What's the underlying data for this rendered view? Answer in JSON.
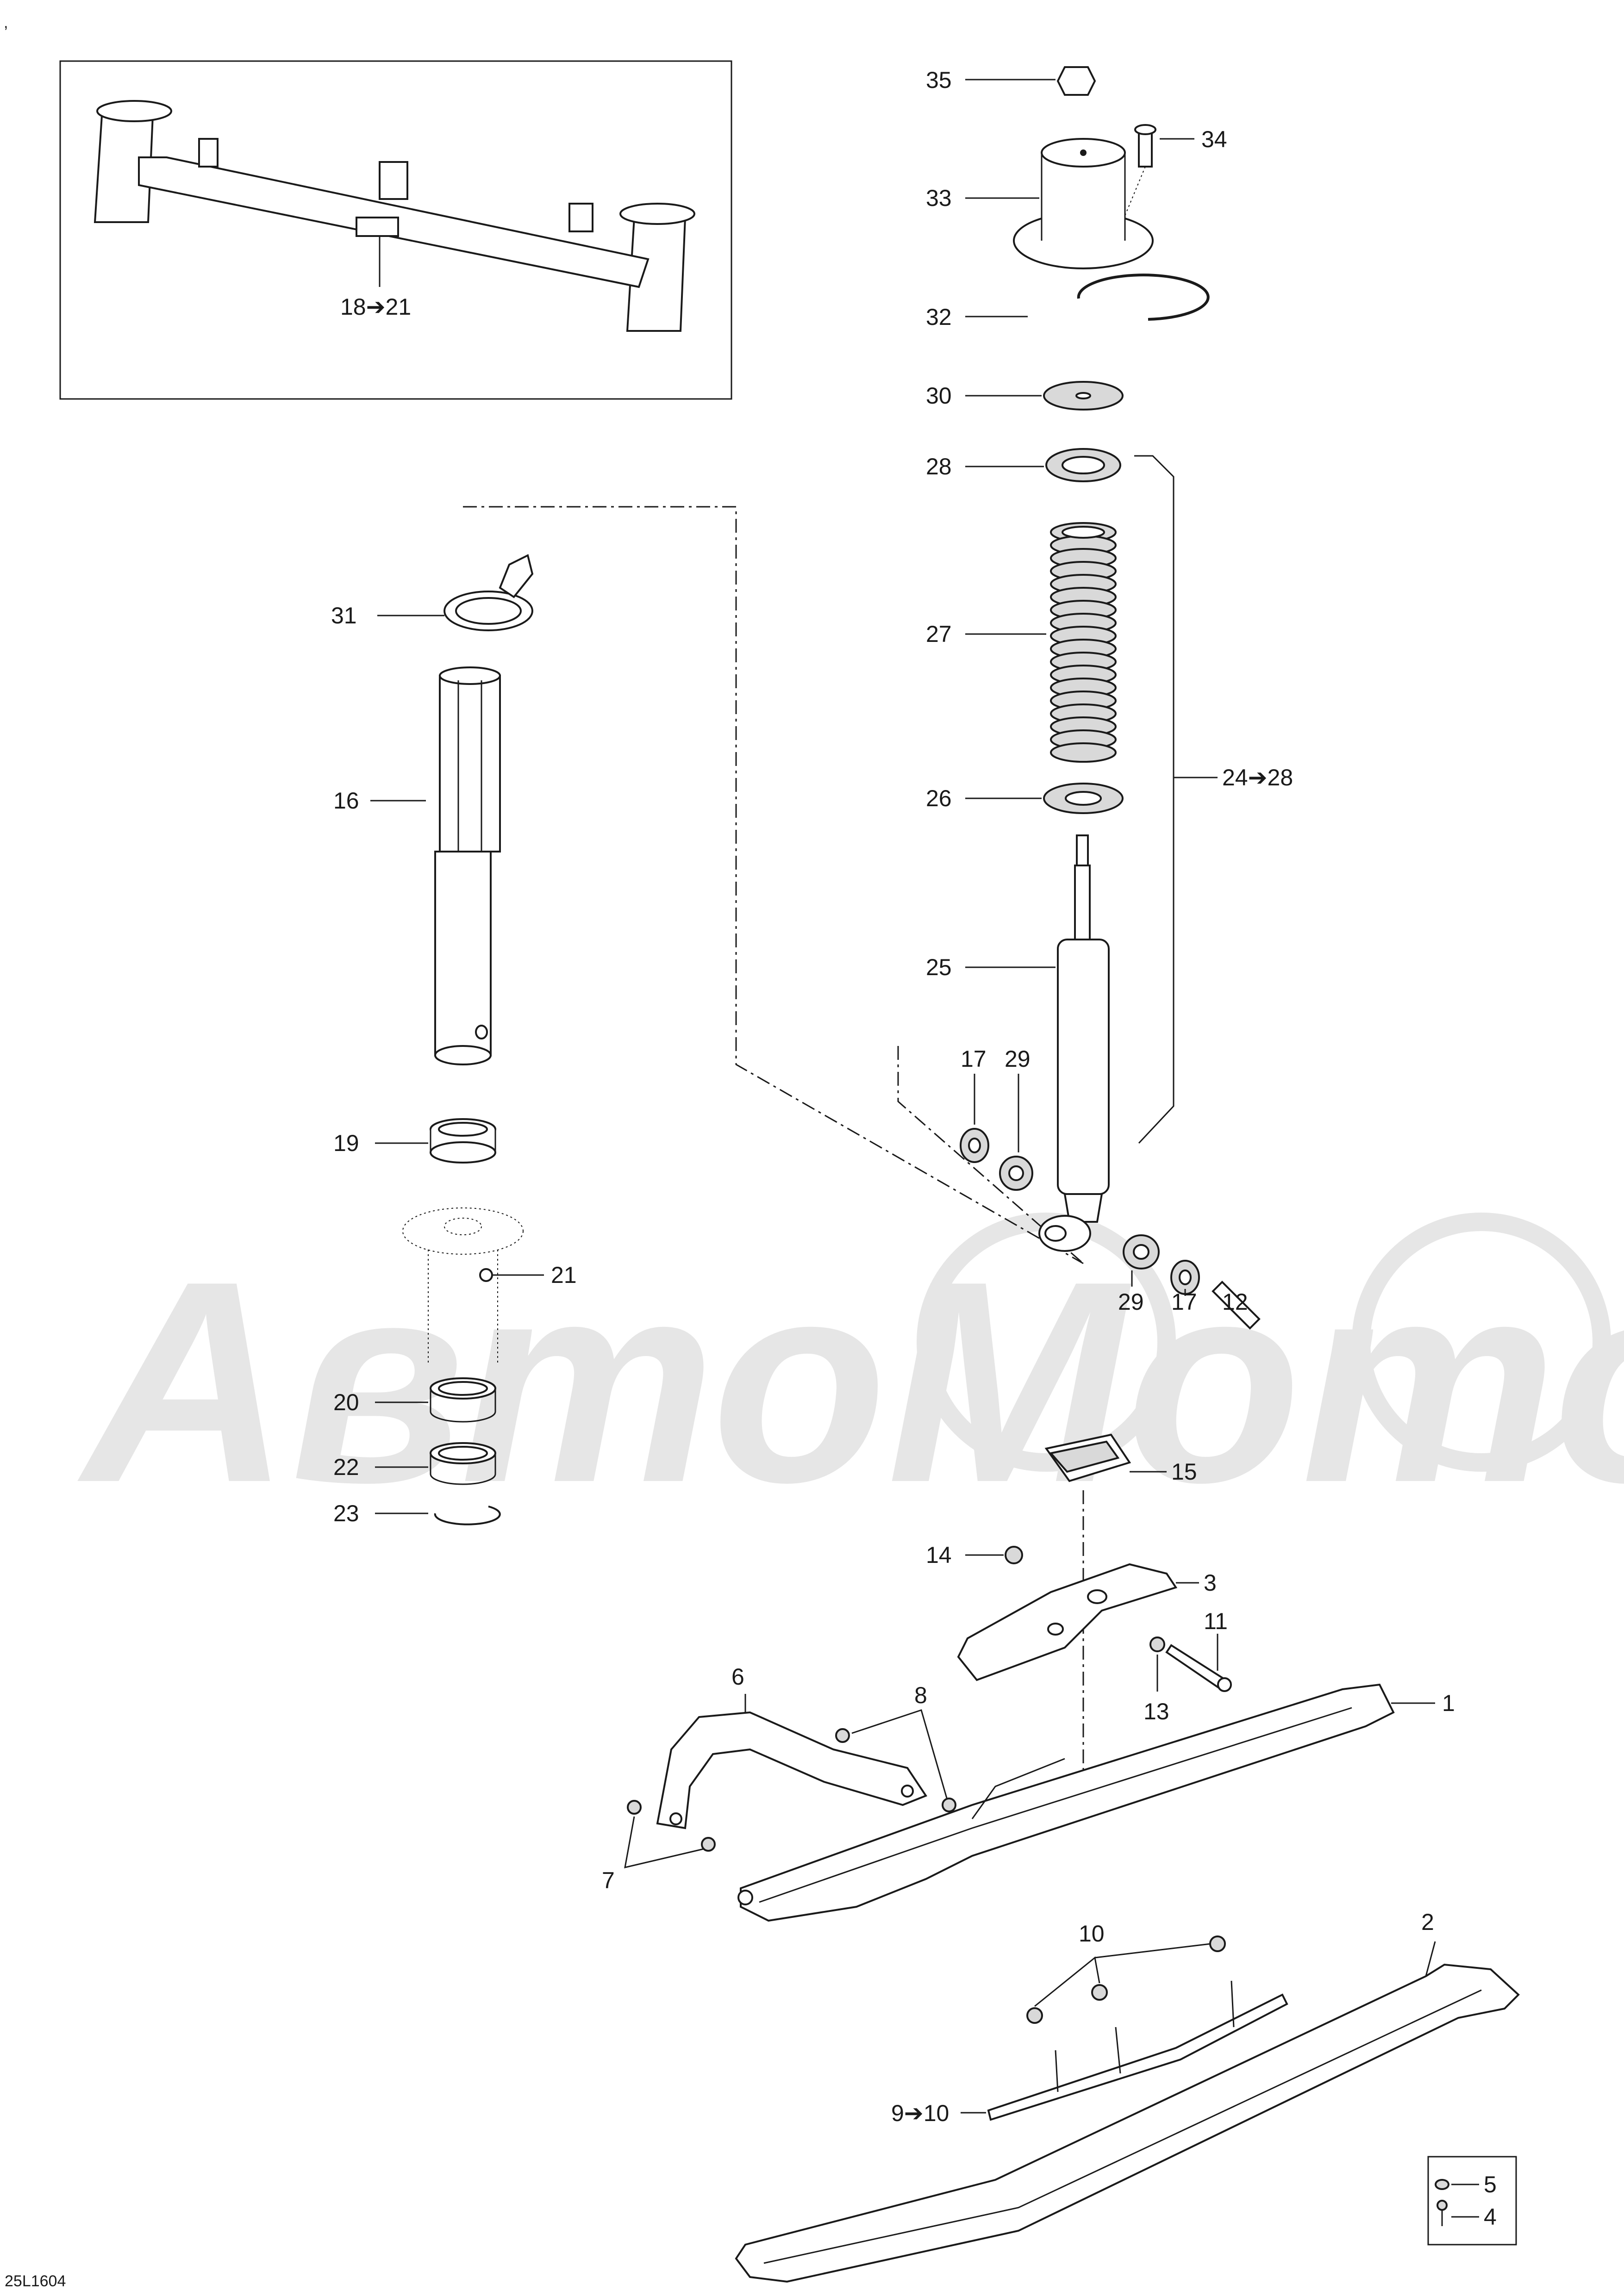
{
  "corner_mark": ",",
  "drawing_code": "25L1604",
  "watermark_text": "АвтоМото",
  "callouts": {
    "c1": "1",
    "c2": "2",
    "c3": "3",
    "c4": "4",
    "c5": "5",
    "c6": "6",
    "c7": "7",
    "c8": "8",
    "c9_10": "9➔10",
    "c10": "10",
    "c11": "11",
    "c12": "12",
    "c13": "13",
    "c14": "14",
    "c15": "15",
    "c16": "16",
    "c17a": "17",
    "c17b": "17",
    "c18_21": "18➔21",
    "c19": "19",
    "c20": "20",
    "c21": "21",
    "c22": "22",
    "c23": "23",
    "c24_28": "24➔28",
    "c25": "25",
    "c26": "26",
    "c27": "27",
    "c28": "28",
    "c29a": "29",
    "c29b": "29",
    "c30": "30",
    "c31": "31",
    "c32": "32",
    "c33": "33",
    "c34": "34",
    "c35": "35"
  }
}
